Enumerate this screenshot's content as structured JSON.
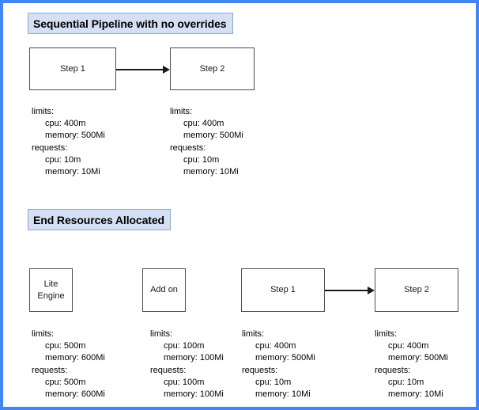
{
  "theme": {
    "frame_color": "#4285f4",
    "banner_fill": "#d6e0f5",
    "banner_border": "#93a7c4",
    "node_border": "#4d4d4d",
    "background": "#ffffff",
    "text_color": "#000000"
  },
  "sections": [
    {
      "id": "sequential-pipeline",
      "title": "Sequential Pipeline with no overrides",
      "nodes": [
        {
          "id": "step-1",
          "label": "Step 1"
        },
        {
          "id": "step-2",
          "label": "Step 2"
        }
      ],
      "connector": {
        "from": "step-1",
        "to": "step-2",
        "type": "arrow"
      },
      "specs": [
        {
          "for": "step-1",
          "limits_label": "limits:",
          "limits_cpu": "cpu: 400m",
          "limits_memory": "memory: 500Mi",
          "requests_label": "requests:",
          "requests_cpu": "cpu: 10m",
          "requests_memory": "memory: 10Mi"
        },
        {
          "for": "step-2",
          "limits_label": "limits:",
          "limits_cpu": "cpu: 400m",
          "limits_memory": "memory: 500Mi",
          "requests_label": "requests:",
          "requests_cpu": "cpu: 10m",
          "requests_memory": "memory: 10Mi"
        }
      ]
    },
    {
      "id": "end-resources-allocated",
      "title": "End Resources Allocated",
      "nodes": [
        {
          "id": "lite-engine",
          "label_line1": "Lite",
          "label_line2": "Engine"
        },
        {
          "id": "add-on",
          "label": "Add on"
        },
        {
          "id": "step-1",
          "label": "Step 1"
        },
        {
          "id": "step-2",
          "label": "Step 2"
        }
      ],
      "connector": {
        "from": "step-1",
        "to": "step-2",
        "type": "arrow"
      },
      "specs": [
        {
          "for": "lite-engine",
          "limits_label": "limits:",
          "limits_cpu": "cpu: 500m",
          "limits_memory": "memory: 600Mi",
          "requests_label": "requests:",
          "requests_cpu": "cpu: 500m",
          "requests_memory": "memory: 600Mi"
        },
        {
          "for": "add-on",
          "limits_label": "limits:",
          "limits_cpu": "cpu: 100m",
          "limits_memory": "memory: 100Mi",
          "requests_label": "requests:",
          "requests_cpu": "cpu: 100m",
          "requests_memory": "memory: 100Mi"
        },
        {
          "for": "step-1",
          "limits_label": "limits:",
          "limits_cpu": "cpu: 400m",
          "limits_memory": "memory: 500Mi",
          "requests_label": "requests:",
          "requests_cpu": "cpu: 10m",
          "requests_memory": "memory: 10Mi"
        },
        {
          "for": "step-2",
          "limits_label": "limits:",
          "limits_cpu": "cpu: 400m",
          "limits_memory": "memory: 500Mi",
          "requests_label": "requests:",
          "requests_cpu": "cpu: 10m",
          "requests_memory": "memory: 10Mi"
        }
      ]
    }
  ]
}
